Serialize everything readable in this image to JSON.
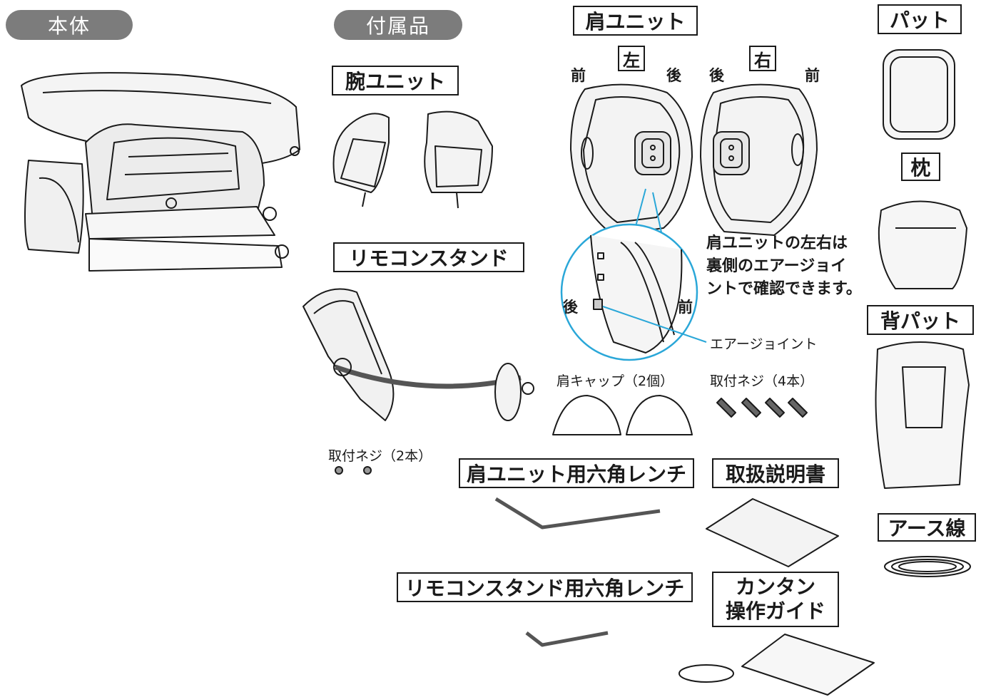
{
  "sections": {
    "body": "本体",
    "accessories": "付属品"
  },
  "labels": {
    "arm_unit": "腕ユニット",
    "remote_stand": "リモコンスタンド",
    "shoulder_unit": "肩ユニット",
    "pad": "パット",
    "pillow": "枕",
    "back_pad": "背パット",
    "earth_wire": "アース線",
    "shoulder_wrench": "肩ユニット用六角レンチ",
    "manual": "取扱説明書",
    "remote_wrench": "リモコンスタンド用六角レンチ",
    "quick_guide_1": "カンタン",
    "quick_guide_2": "操作ガイド"
  },
  "shoulder": {
    "left": "左",
    "right": "右",
    "front": "前",
    "back": "後"
  },
  "callouts": {
    "note_1": "肩ユニットの左右は",
    "note_2": "裏側のエアージョイ",
    "note_3": "ントで確認できます。",
    "air_joint": "エアージョイント",
    "shoulder_cap": "肩キャップ（2個）",
    "screw_4": "取付ネジ（4本）",
    "screw_2": "取付ネジ（2本）"
  },
  "colors": {
    "pill_bg": "#7c7c7c",
    "callout_circle": "#2aa7d8",
    "line": "#1a1a1a"
  }
}
